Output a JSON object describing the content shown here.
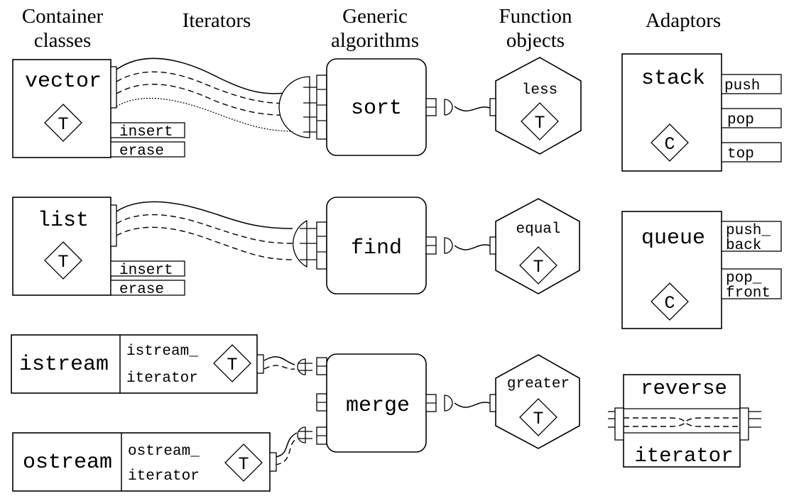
{
  "headers": {
    "containers": [
      "Container",
      "classes"
    ],
    "iterators": "Iterators",
    "algorithms": [
      "Generic",
      "algorithms"
    ],
    "functions": [
      "Function",
      "objects"
    ],
    "adaptors": "Adaptors"
  },
  "containers": {
    "vector": {
      "name": "vector",
      "param": "T",
      "methods": [
        "insert",
        "erase"
      ]
    },
    "list": {
      "name": "list",
      "param": "T",
      "methods": [
        "insert",
        "erase"
      ]
    },
    "istream": {
      "name": "istream",
      "iterator": [
        "istream_",
        "iterator"
      ],
      "param": "T"
    },
    "ostream": {
      "name": "ostream",
      "iterator": [
        "ostream_",
        "iterator"
      ],
      "param": "T"
    }
  },
  "algorithms": [
    "sort",
    "find",
    "merge"
  ],
  "functions": [
    {
      "name": "less",
      "param": "T"
    },
    {
      "name": "equal",
      "param": "T"
    },
    {
      "name": "greater",
      "param": "T"
    }
  ],
  "adaptors": {
    "stack": {
      "name": "stack",
      "param": "C",
      "methods": [
        "push",
        "pop",
        "top"
      ]
    },
    "queue": {
      "name": "queue",
      "param": "C",
      "methods": [
        [
          "push_",
          "back"
        ],
        [
          "pop_",
          "front"
        ]
      ]
    },
    "reverse_iterator": [
      "reverse",
      "iterator"
    ]
  }
}
